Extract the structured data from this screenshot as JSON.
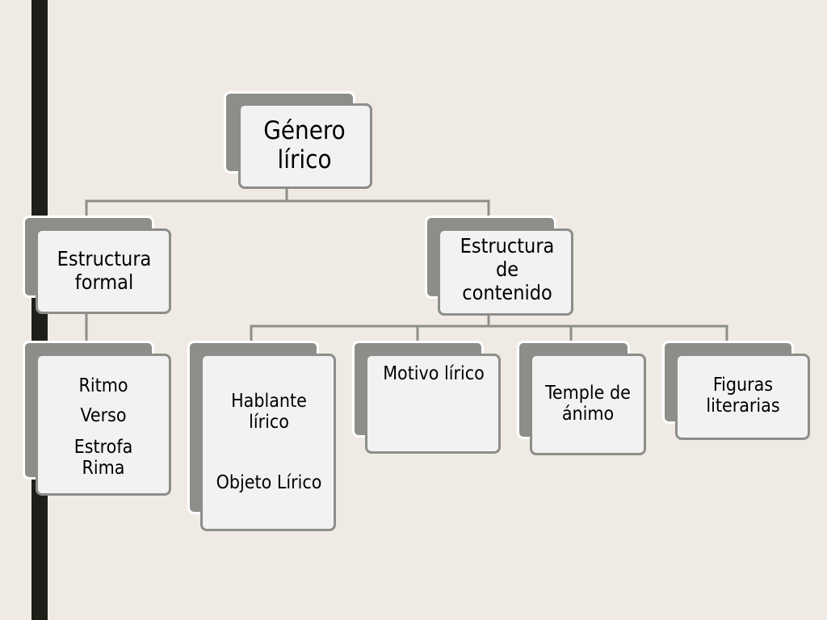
{
  "diagram": {
    "root": {
      "label": "Género\nlírico"
    },
    "formal": {
      "label": "Estructura\nformal",
      "items": [
        "Ritmo",
        "Verso",
        "Estrofa\nRima"
      ]
    },
    "content": {
      "label": "Estructura\nde\ncontenido"
    },
    "hablante": {
      "label": "Hablante\nlírico",
      "object": "Objeto Lírico"
    },
    "motivo": {
      "label": "Motivo lírico"
    },
    "temple": {
      "label": "Temple de\nánimo"
    },
    "figuras": {
      "label": "Figuras\nliterarias"
    }
  }
}
